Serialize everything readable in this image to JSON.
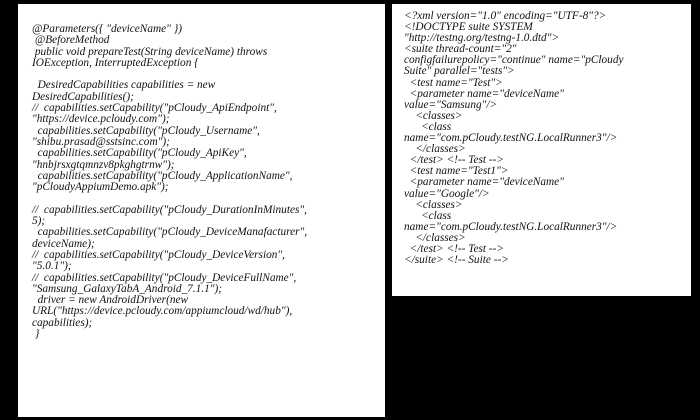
{
  "left_code": {
    "lines": [
      "@Parameters({ \"deviceName\" })",
      " @BeforeMethod",
      " public void prepareTest(String deviceName) throws",
      "IOException, InterruptedException {",
      "",
      "  DesiredCapabilities capabilities = new",
      "DesiredCapabilities();",
      "//  capabilities.setCapability(\"pCloudy_ApiEndpoint\",",
      "\"https://device.pcloudy.com\");",
      "  capabilities.setCapability(\"pCloudy_Username\",",
      "\"shibu.prasad@sstsinc.com\");",
      "  capabilities.setCapability(\"pCloudy_ApiKey\",",
      "\"hnbjrsxgtqmnzv8pkghgtrnw\");",
      "  capabilities.setCapability(\"pCloudy_ApplicationName\",",
      "\"pCloudyAppiumDemo.apk\");",
      "",
      "//  capabilities.setCapability(\"pCloudy_DurationInMinutes\",",
      "5);",
      "  capabilities.setCapability(\"pCloudy_DeviceManafacturer\",",
      "deviceName);",
      "//  capabilities.setCapability(\"pCloudy_DeviceVersion\",",
      "\"5.0.1\");",
      "//  capabilities.setCapability(\"pCloudy_DeviceFullName\",",
      "\"Samsung_GalaxyTabA_Android_7.1.1\");",
      "  driver = new AndroidDriver(new",
      "URL(\"https://device.pcloudy.com/appiumcloud/wd/hub\"),",
      "capabilities);",
      " }"
    ]
  },
  "right_code": {
    "lines": [
      "<?xml version=\"1.0\" encoding=\"UTF-8\"?>",
      "<!DOCTYPE suite SYSTEM",
      "\"http://testng.org/testng-1.0.dtd\">",
      "<suite thread-count=\"2\"",
      "configfailurepolicy=\"continue\" name=\"pCloudy",
      "Suite\" parallel=\"tests\">",
      "  <test name=\"Test\">",
      "  <parameter name=\"deviceName\"",
      "value=\"Samsung\"/>",
      "    <classes>",
      "      <class",
      "name=\"com.pCloudy.testNG.LocalRunner3\"/>",
      "    </classes>",
      "  </test> <!-- Test -->",
      "  <test name=\"Test1\">",
      "  <parameter name=\"deviceName\"",
      "value=\"Google\"/>",
      "    <classes>",
      "      <class",
      "name=\"com.pCloudy.testNG.LocalRunner3\"/>",
      "    </classes>",
      "  </test> <!-- Test -->",
      "</suite> <!-- Suite -->"
    ]
  }
}
